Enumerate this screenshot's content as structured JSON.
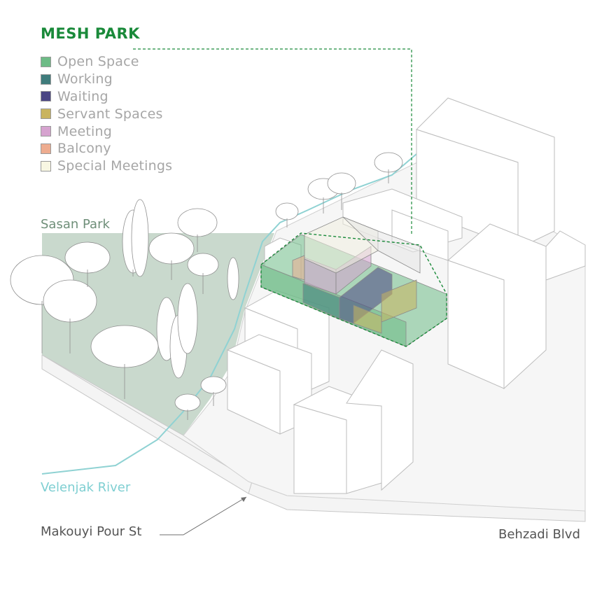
{
  "title": "MESH PARK",
  "legend": [
    {
      "label": "Open Space",
      "color": "#6dbb86"
    },
    {
      "label": "Working",
      "color": "#3f7c7c"
    },
    {
      "label": "Waiting",
      "color": "#4a4584"
    },
    {
      "label": "Servant Spaces",
      "color": "#c9b45f"
    },
    {
      "label": "Meeting",
      "color": "#d6a3cf"
    },
    {
      "label": "Balcony",
      "color": "#eeac8f"
    },
    {
      "label": "Special Meetings",
      "color": "#f8f6e2"
    }
  ],
  "labels": {
    "park": "Sasan Park",
    "river": "Velenjak River",
    "street": "Makouyi Pour St",
    "blvd": "Behzadi Blvd"
  },
  "colors": {
    "park": "#c9d9cd",
    "river": "#8fd2d3",
    "title": "#1a8a3a",
    "building_stroke": "#bdbdbd"
  }
}
